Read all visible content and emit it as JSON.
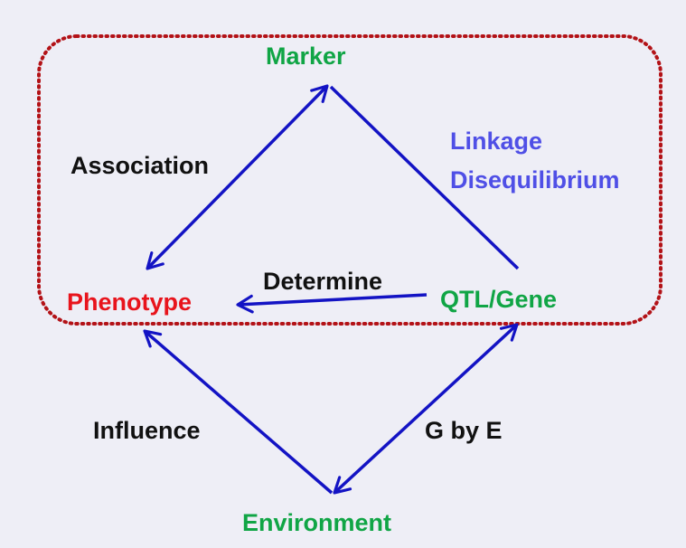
{
  "colors": {
    "background": "#eeeef6",
    "arrow": "#1313c4",
    "box": "#b31217",
    "node_green": "#10a545",
    "node_red": "#e8141c",
    "label_black": "#111111",
    "label_blue": "#4f4fe6"
  },
  "nodes": {
    "marker": "Marker",
    "phenotype": "Phenotype",
    "qtl_gene": "QTL/Gene",
    "environment": "Environment"
  },
  "edges": {
    "association": "Association",
    "linkage_line1": "Linkage",
    "linkage_line2": "Disequilibrium",
    "determine": "Determine",
    "influence": "Influence",
    "g_by_e": "G by E"
  }
}
